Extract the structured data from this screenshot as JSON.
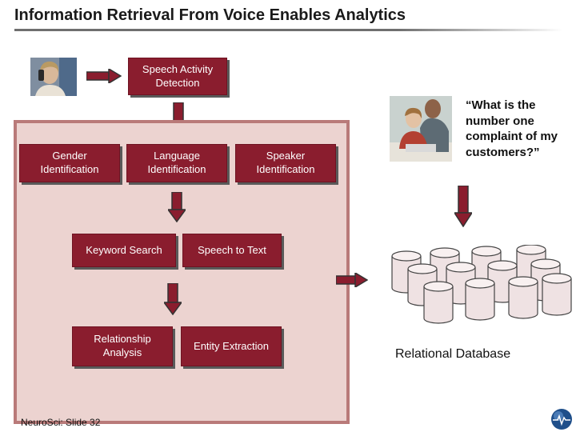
{
  "title": "Information Retrieval From Voice Enables Analytics",
  "boxes": {
    "speech_activity": "Speech Activity Detection",
    "gender": "Gender Identification",
    "language": "Language Identification",
    "speaker": "Speaker Identification",
    "keyword": "Keyword Search",
    "speech_text": "Speech to Text",
    "relationship": "Relationship Analysis",
    "entity": "Entity Extraction"
  },
  "quote": "“What is the number one complaint of my customers?”",
  "database_label": "Relational Database",
  "footer": "NeuroSci: Slide 32",
  "colors": {
    "box": "#8a1d2e",
    "panel": "#ecd3d0",
    "panel_border": "#b97a79"
  }
}
